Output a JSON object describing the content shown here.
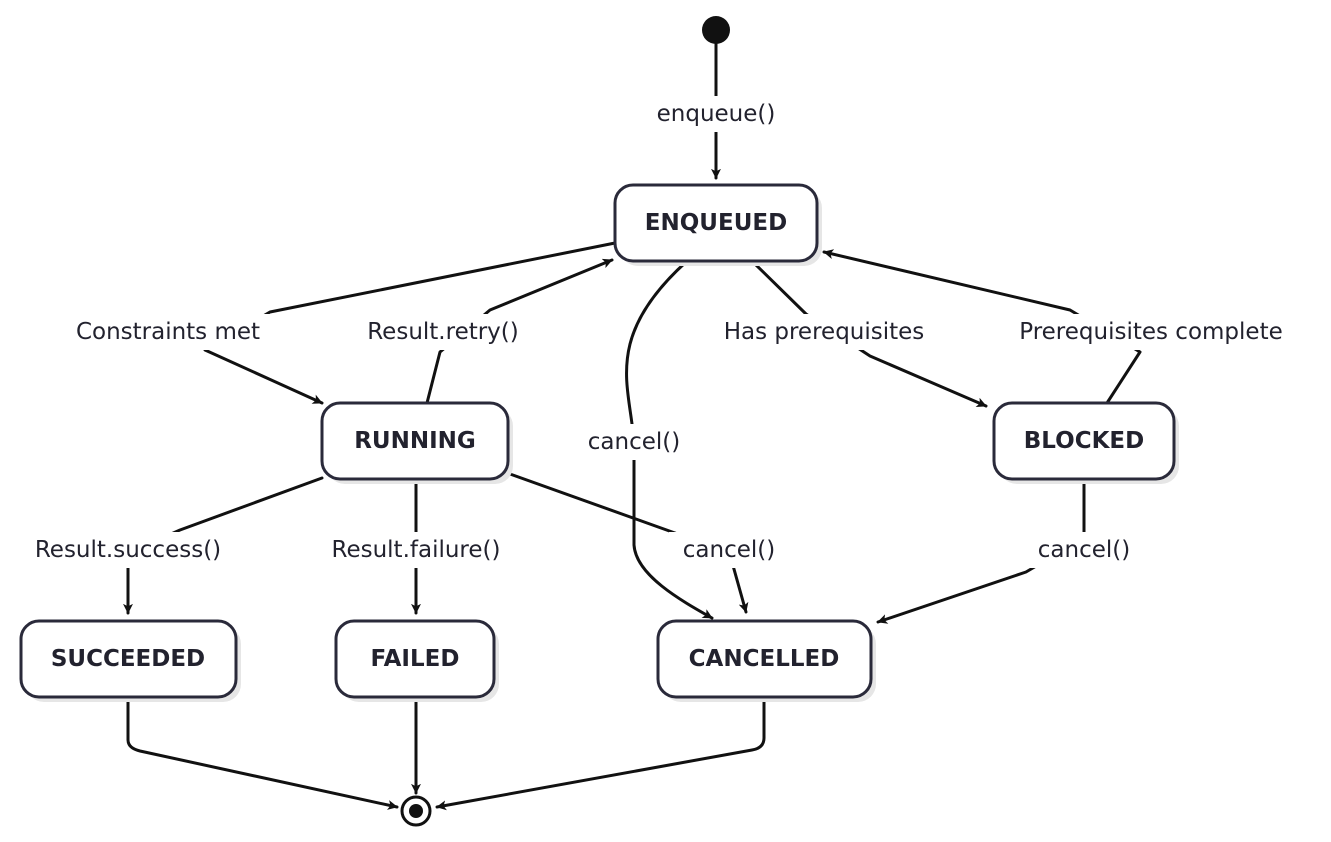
{
  "diagram": {
    "states": {
      "enqueued": "ENQUEUED",
      "running": "RUNNING",
      "blocked": "BLOCKED",
      "succeeded": "SUCCEEDED",
      "failed": "FAILED",
      "cancelled": "CANCELLED"
    },
    "transitions": {
      "enqueue": "enqueue()",
      "constraints_met": "Constraints met",
      "result_retry": "Result.retry()",
      "has_prerequisites": "Has prerequisites",
      "prerequisites_complete": "Prerequisites complete",
      "cancel_from_enqueued": "cancel()",
      "result_success": "Result.success()",
      "result_failure": "Result.failure()",
      "cancel_from_running": "cancel()",
      "cancel_from_blocked": "cancel()"
    },
    "colors": {
      "stroke": "#111111",
      "state_border": "#2a2a3a",
      "text": "#22222e",
      "background": "#ffffff"
    }
  }
}
